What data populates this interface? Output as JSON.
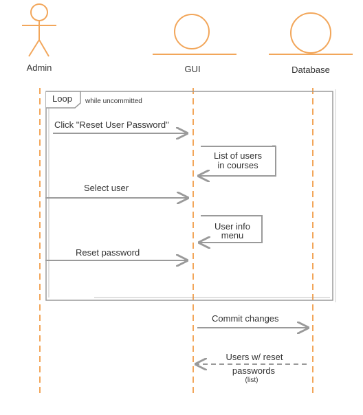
{
  "colors": {
    "actor": "#f2a65a",
    "lifeline": "#f2a65a",
    "message": "#9a9a9a",
    "frame": "#9a9a9a",
    "text": "#333333"
  },
  "participants": {
    "admin": {
      "label": "Admin",
      "shape": "actor"
    },
    "gui": {
      "label": "GUI",
      "shape": "boundary"
    },
    "database": {
      "label": "Database",
      "shape": "entity"
    }
  },
  "loop": {
    "keyword": "Loop",
    "guard": "while uncommitted"
  },
  "messages": [
    {
      "label": "Click \"Reset User Password\"",
      "from": "admin",
      "to": "gui",
      "style": "solid"
    },
    {
      "label_lines": [
        "List of users",
        "in courses"
      ],
      "from": "gui",
      "to": "gui",
      "style": "self"
    },
    {
      "label": "Select  user",
      "from": "admin",
      "to": "gui",
      "style": "solid"
    },
    {
      "label_lines": [
        "User info",
        "menu"
      ],
      "from": "gui",
      "to": "gui",
      "style": "self"
    },
    {
      "label": "Reset password",
      "from": "admin",
      "to": "gui",
      "style": "solid"
    },
    {
      "label": "Commit changes",
      "from": "gui",
      "to": "database",
      "style": "solid"
    },
    {
      "label_lines": [
        "Users w/ reset",
        "passwords"
      ],
      "note": "(list)",
      "from": "database",
      "to": "gui",
      "style": "dashed"
    }
  ]
}
